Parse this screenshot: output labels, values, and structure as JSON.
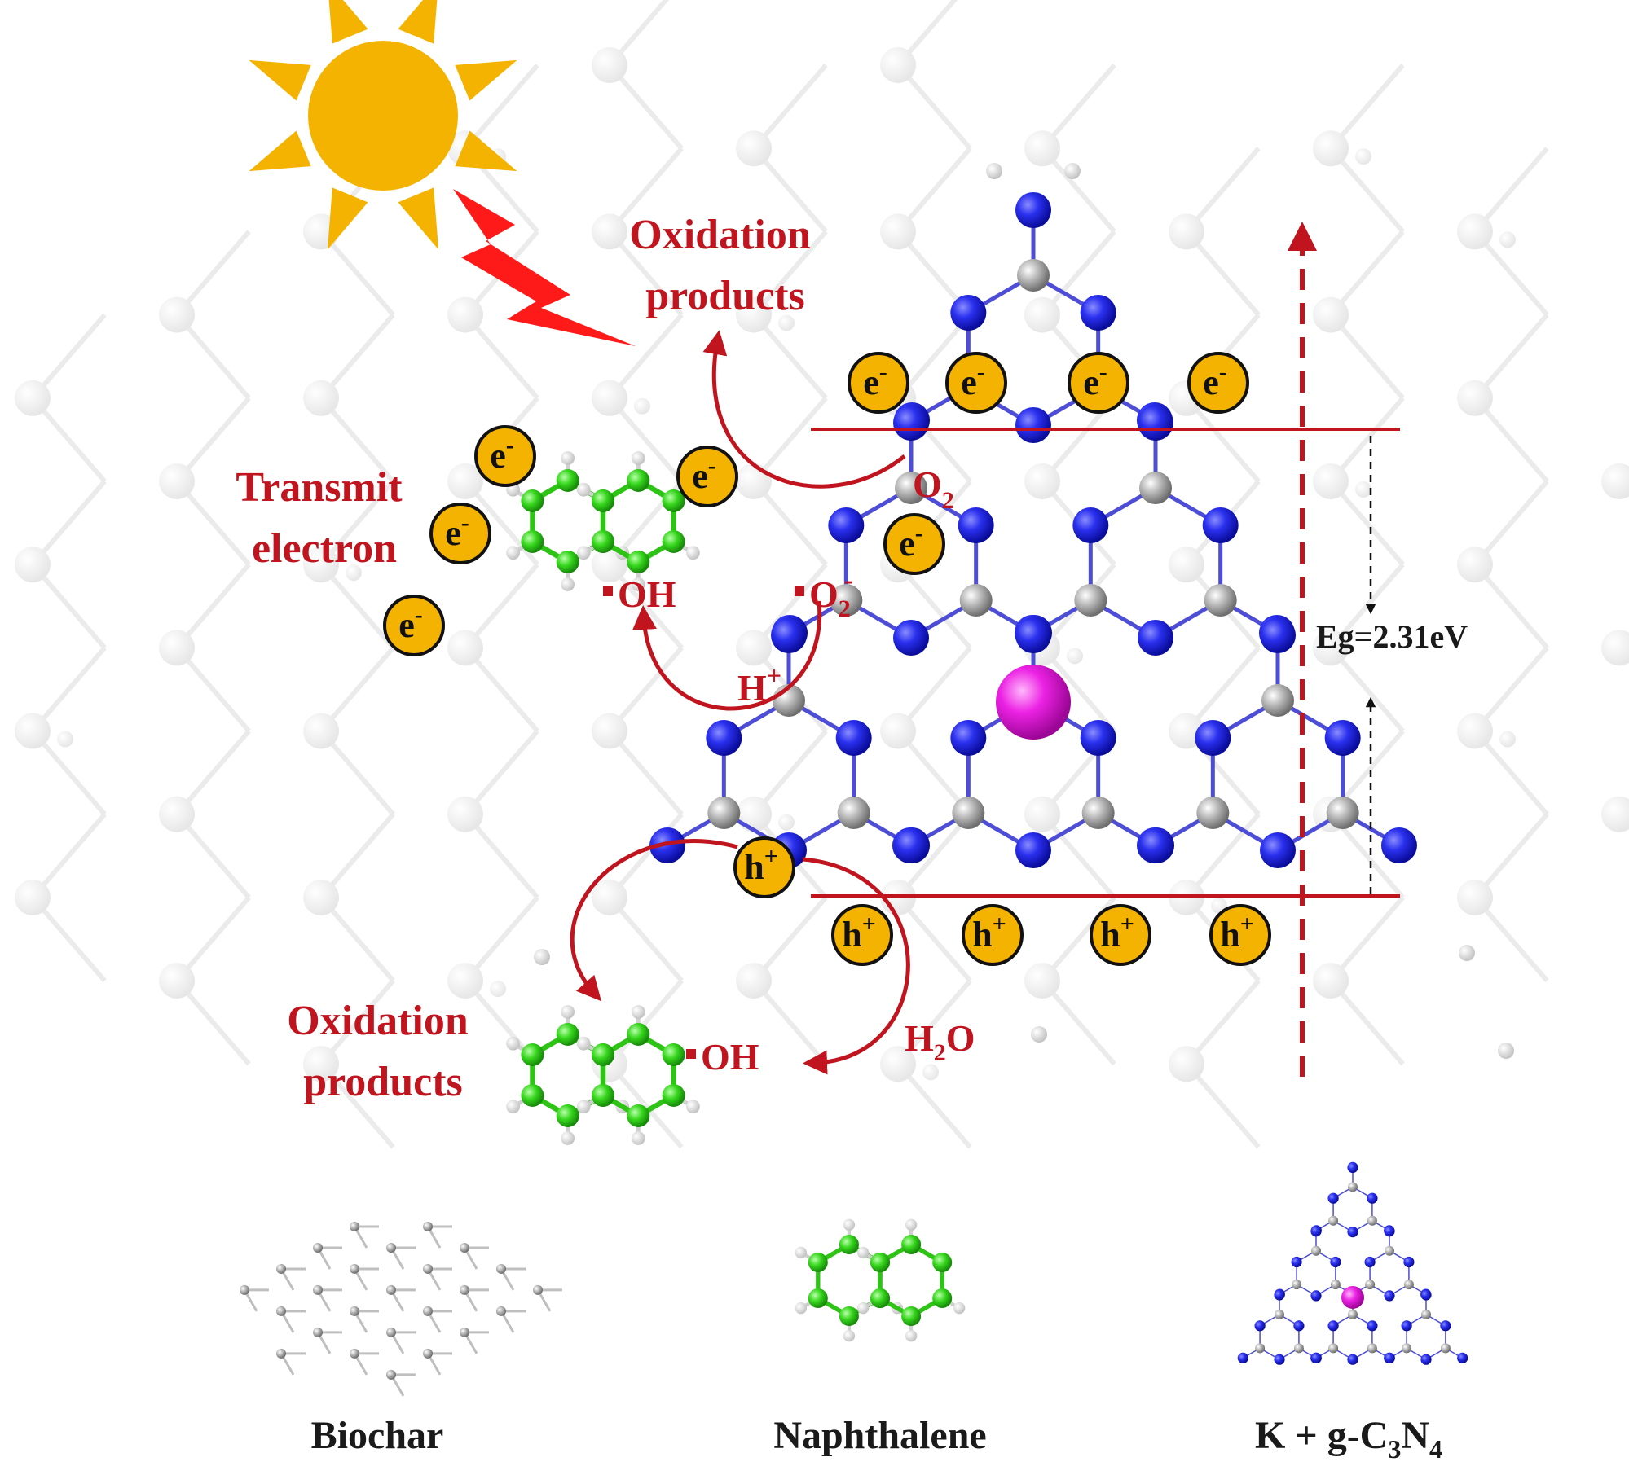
{
  "labels": {
    "oxidation_top_line1": "Oxidation",
    "oxidation_top_line2": "products",
    "transmit_line1": "Transmit",
    "transmit_line2": "electron",
    "oxygen_base": "O",
    "oxygen_sub": "2",
    "oh_left": "OH",
    "superoxide_base": "O",
    "superoxide_sub": "2",
    "superoxide_sup": "-",
    "proton_base": "H",
    "proton_sup": "+",
    "band_gap": "Eg=2.31eV",
    "oxidation_bottom_line1": "Oxidation",
    "oxidation_bottom_line2": "products",
    "oh_bottom": "OH",
    "water_base": "H",
    "water_sub": "2",
    "water_o": "O"
  },
  "carriers": {
    "electron_base": "e",
    "electron_sup": "-",
    "hole_base": "h",
    "hole_sup": "+"
  },
  "legend": {
    "biochar": "Biochar",
    "naphthalene": "Naphthalene",
    "kgcn_prefix": "K + g-C",
    "kgcn_sub1": "3",
    "kgcn_n": "N",
    "kgcn_sub2": "4"
  },
  "colors": {
    "sun": "#f5b301",
    "lightning": "#ff1a1a",
    "accent_red": "#c0151f",
    "carrier_fill": "#f5b301",
    "nitrogen": "#1f24e6",
    "carbon": "#a8a8a8",
    "hydrogen": "#dcdcdc",
    "naphthalene_carbon": "#37d41e",
    "potassium": "#e81ce0",
    "biochar_ghost": "#dedede"
  }
}
